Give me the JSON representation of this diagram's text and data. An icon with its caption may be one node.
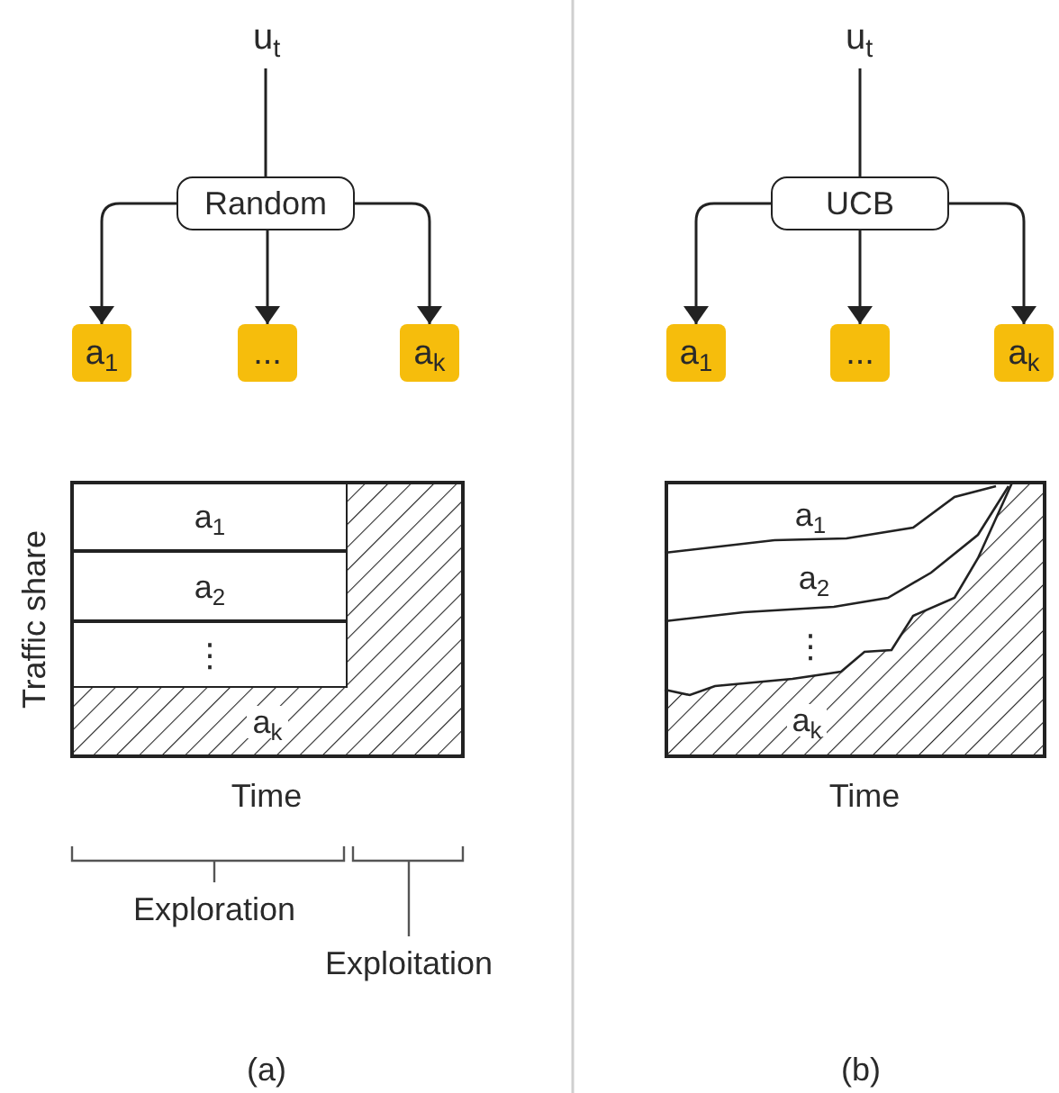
{
  "diagram": {
    "nodes": [
      {
        "text": [
          "u$_{t}$"
        ]
      },
      {
        "text": [
          "Random"
        ]
      },
      {
        "text": [
          "a$_{1}$"
        ]
      },
      {
        "text": [
          "..."
        ]
      },
      {
        "text": [
          "a$_{k}$"
        ]
      },
      {
        "text": [
          "u$_{t}$"
        ]
      },
      {
        "text": [
          "UCB"
        ]
      },
      {
        "text": [
          "a$_{1}$"
        ]
      },
      {
        "text": [
          "..."
        ]
      },
      {
        "text": [
          "a$_{k}$"
        ]
      },
      {
        "text": [
          "a$_{1}$"
        ]
      },
      {
        "text": [
          "a$_{2}$"
        ]
      },
      {
        "text": [
          "⋮"
        ]
      },
      {
        "text": [
          "a$_{k}$"
        ]
      },
      {
        "text": [
          "a$_{k}$"
        ]
      }
    ],
    "edges": [
      {
        "from": 0,
        "to": 1,
        "arrow": "none"
      },
      {
        "from": 1,
        "to": 2,
        "arrow": "to"
      },
      {
        "from": 1,
        "to": 3,
        "arrow": "to"
      },
      {
        "from": 1,
        "to": 4,
        "arrow": "to"
      },
      {
        "from": 5,
        "to": 6,
        "arrow": "none"
      },
      {
        "from": 6,
        "to": 7,
        "arrow": "to"
      },
      {
        "from": 6,
        "to": 8,
        "arrow": "to"
      },
      {
        "from": 6,
        "to": 9,
        "arrow": "to"
      }
    ],
    "labels": [
      "Traffic share",
      "Time",
      "Exploration",
      "Exploitation",
      "(a)",
      "a$_{1}$",
      "a$_{2}$",
      "⋮",
      "Time",
      "(b)"
    ]
  }
}
